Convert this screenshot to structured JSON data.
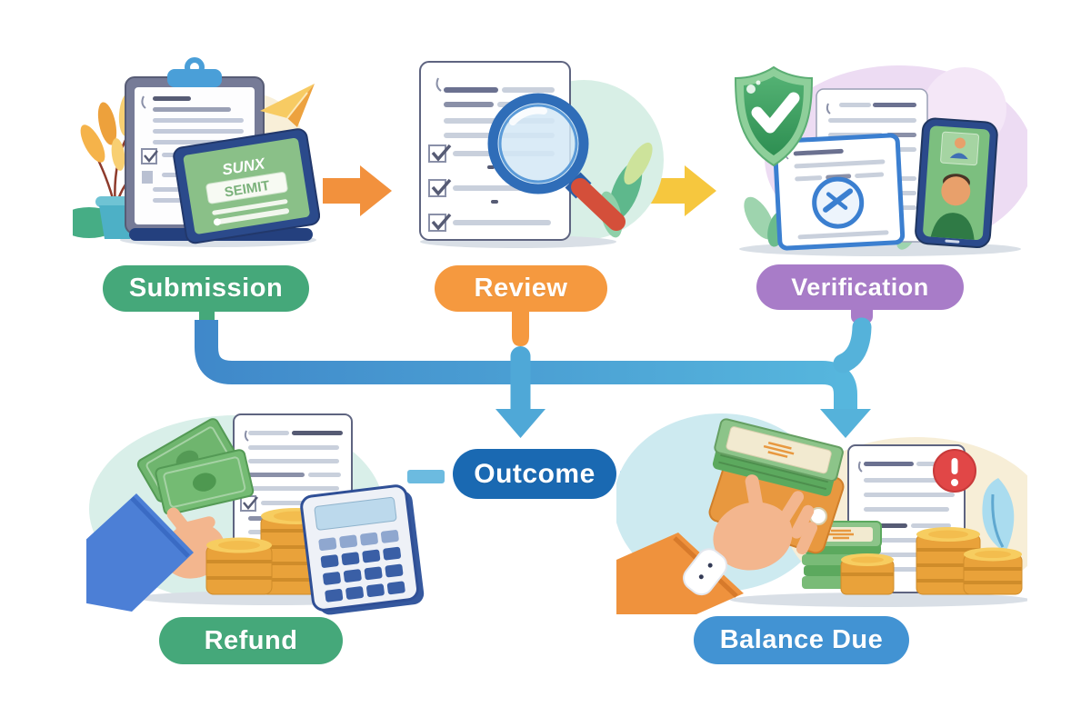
{
  "flowchart": {
    "stages": {
      "submission": {
        "label": "Submission",
        "color": "#45a87a"
      },
      "review": {
        "label": "Review",
        "color": "#f5993f"
      },
      "verification": {
        "label": "Verification",
        "color": "#a87cc8"
      },
      "outcome": {
        "label": "Outcome",
        "color": "#1a69b2"
      },
      "refund": {
        "label": "Refund",
        "color": "#45a87a"
      },
      "balance_due": {
        "label": "Balance Due",
        "color": "#4293d3"
      }
    },
    "submission_screen": {
      "brand_text": "SUNX",
      "button_text": "SEIMIT"
    },
    "colors": {
      "flow_arrow_orange": "#f2913d",
      "flow_arrow_yellow": "#f6c73e",
      "connector_blue_dark": "#3f87c9",
      "connector_blue_light": "#57b8de",
      "dash_blue": "#6cbbe0"
    }
  }
}
